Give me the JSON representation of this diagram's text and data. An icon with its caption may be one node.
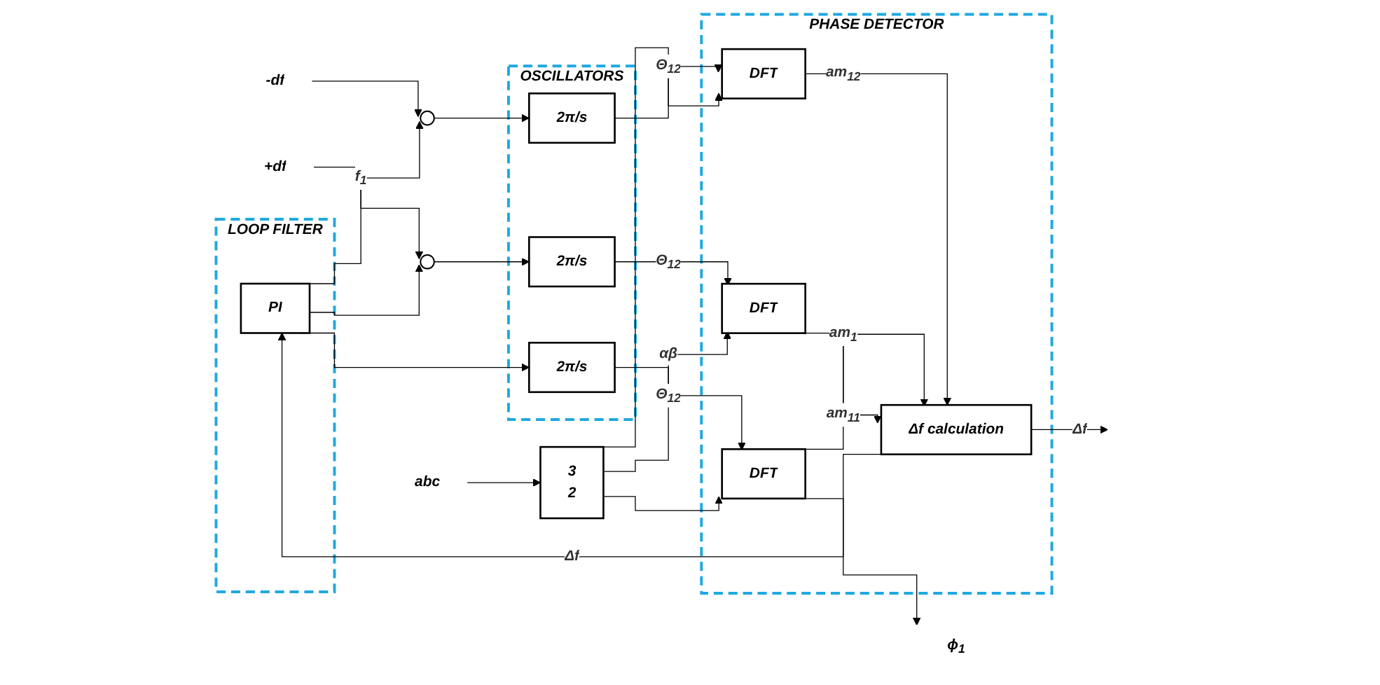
{
  "diagram": {
    "nodes": [
      {
        "text": [
          "LOOP FILTER"
        ]
      },
      {
        "text": [
          "PI"
        ],
        "in": 0
      },
      {
        "text": [
          "OSCILLATORS"
        ]
      },
      {
        "text": [
          "2π/s"
        ],
        "in": 2
      },
      {
        "text": [
          "2π/s"
        ],
        "in": 2
      },
      {
        "text": [
          "2π/s"
        ],
        "in": 2
      },
      {
        "text": [
          "PHASE DETECTOR"
        ]
      },
      {
        "text": [
          "DFT"
        ],
        "in": 6
      },
      {
        "text": [
          "DFT"
        ],
        "in": 6
      },
      {
        "text": [
          "DFT"
        ],
        "in": 6
      },
      {
        "text": [
          "Δf calculation"
        ],
        "in": 6
      },
      {
        "text": [],
        "shape": "circle"
      },
      {
        "text": [],
        "shape": "circle"
      },
      {
        "text": [
          "3",
          "2"
        ]
      },
      {
        "text": [
          "-df"
        ]
      },
      {
        "text": [
          "+df"
        ]
      },
      {
        "text": [
          "abc"
        ]
      },
      {
        "text": [
          "ϕ$_{1}$"
        ]
      }
    ],
    "edges": [
      {
        "from": 14,
        "to": 11,
        "arrow": "to"
      },
      {
        "from": 15,
        "to": 12,
        "arrow": "to"
      },
      {
        "from": 1,
        "to": 11,
        "arrow": "to",
        "label": "f$_{1}$"
      },
      {
        "from": 1,
        "to": 4,
        "arrow": "to"
      },
      {
        "from": 1,
        "to": 12,
        "arrow": "to"
      },
      {
        "from": 11,
        "to": 3,
        "arrow": "to"
      },
      {
        "from": 12,
        "to": 5,
        "arrow": "to"
      },
      {
        "from": 3,
        "to": 7,
        "arrow": "to",
        "label": "Θ$_{12}$"
      },
      {
        "from": 4,
        "to": 8,
        "arrow": "to",
        "label": "Θ$_{12}$"
      },
      {
        "from": 5,
        "to": 9,
        "arrow": "to",
        "label": "Θ$_{12}$"
      },
      {
        "from": 16,
        "to": 13,
        "arrow": "to"
      },
      {
        "from": 13,
        "to": 7,
        "arrow": "to"
      },
      {
        "from": 13,
        "to": 8,
        "arrow": "to"
      },
      {
        "from": 13,
        "to": 9,
        "arrow": "to",
        "label": "αβ"
      },
      {
        "from": 7,
        "to": 10,
        "arrow": "to",
        "label": "am$_{12}$"
      },
      {
        "from": 8,
        "to": 10,
        "arrow": "to",
        "label": "am$_{1}$"
      },
      {
        "from": 8,
        "to": 17,
        "arrow": "to"
      },
      {
        "from": 9,
        "to": 10,
        "arrow": "to",
        "label": "am$_{11}$"
      },
      {
        "from": 10,
        "to": null,
        "arrow": "to",
        "label": "Δf"
      },
      {
        "from": 10,
        "to": 1,
        "arrow": "to",
        "label": "Δf"
      }
    ]
  }
}
